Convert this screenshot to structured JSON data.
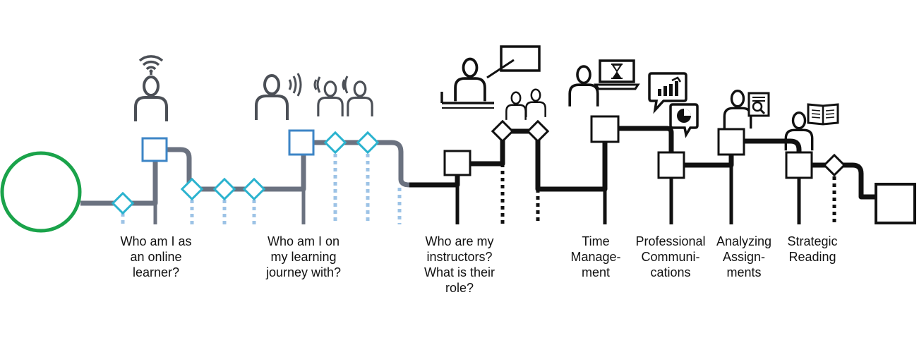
{
  "colors": {
    "start": "#1aa34a",
    "track_gray": "#6b7280",
    "track_black": "#111111",
    "box_blue": "#3d85c6",
    "diamond_teal": "#2bb3cf",
    "dots_blue": "#9dc3e6",
    "icon_gray": "#4b4f56",
    "icon_black": "#111111"
  },
  "labels": {
    "online_learner": "Who am I as\nan online\nlearner?",
    "learning_journey": "Who am I on\nmy learning\njourney with?",
    "instructors": "Who are my\ninstructors?\nWhat is their\nrole?",
    "time_management": "Time\nManage-\nment",
    "professional_communications": "Professional\nCommuni-\ncations",
    "analyzing_assignments": "Analyzing\nAssign-\nments",
    "strategic_reading": "Strategic\nReading"
  },
  "icons": {
    "start": "start-circle",
    "online_learner": "person-wifi-icon",
    "learning_journey_single": "person-speaking-icon",
    "learning_journey_group": "group-speaking-icon",
    "instructors": "instructor-presentation-icon",
    "time_management": "person-laptop-hourglass-icon",
    "professional_communications": "chat-bubbles-chart-icon",
    "analyzing_assignments": "person-document-search-icon",
    "strategic_reading": "person-book-icon",
    "end": "end-square"
  }
}
